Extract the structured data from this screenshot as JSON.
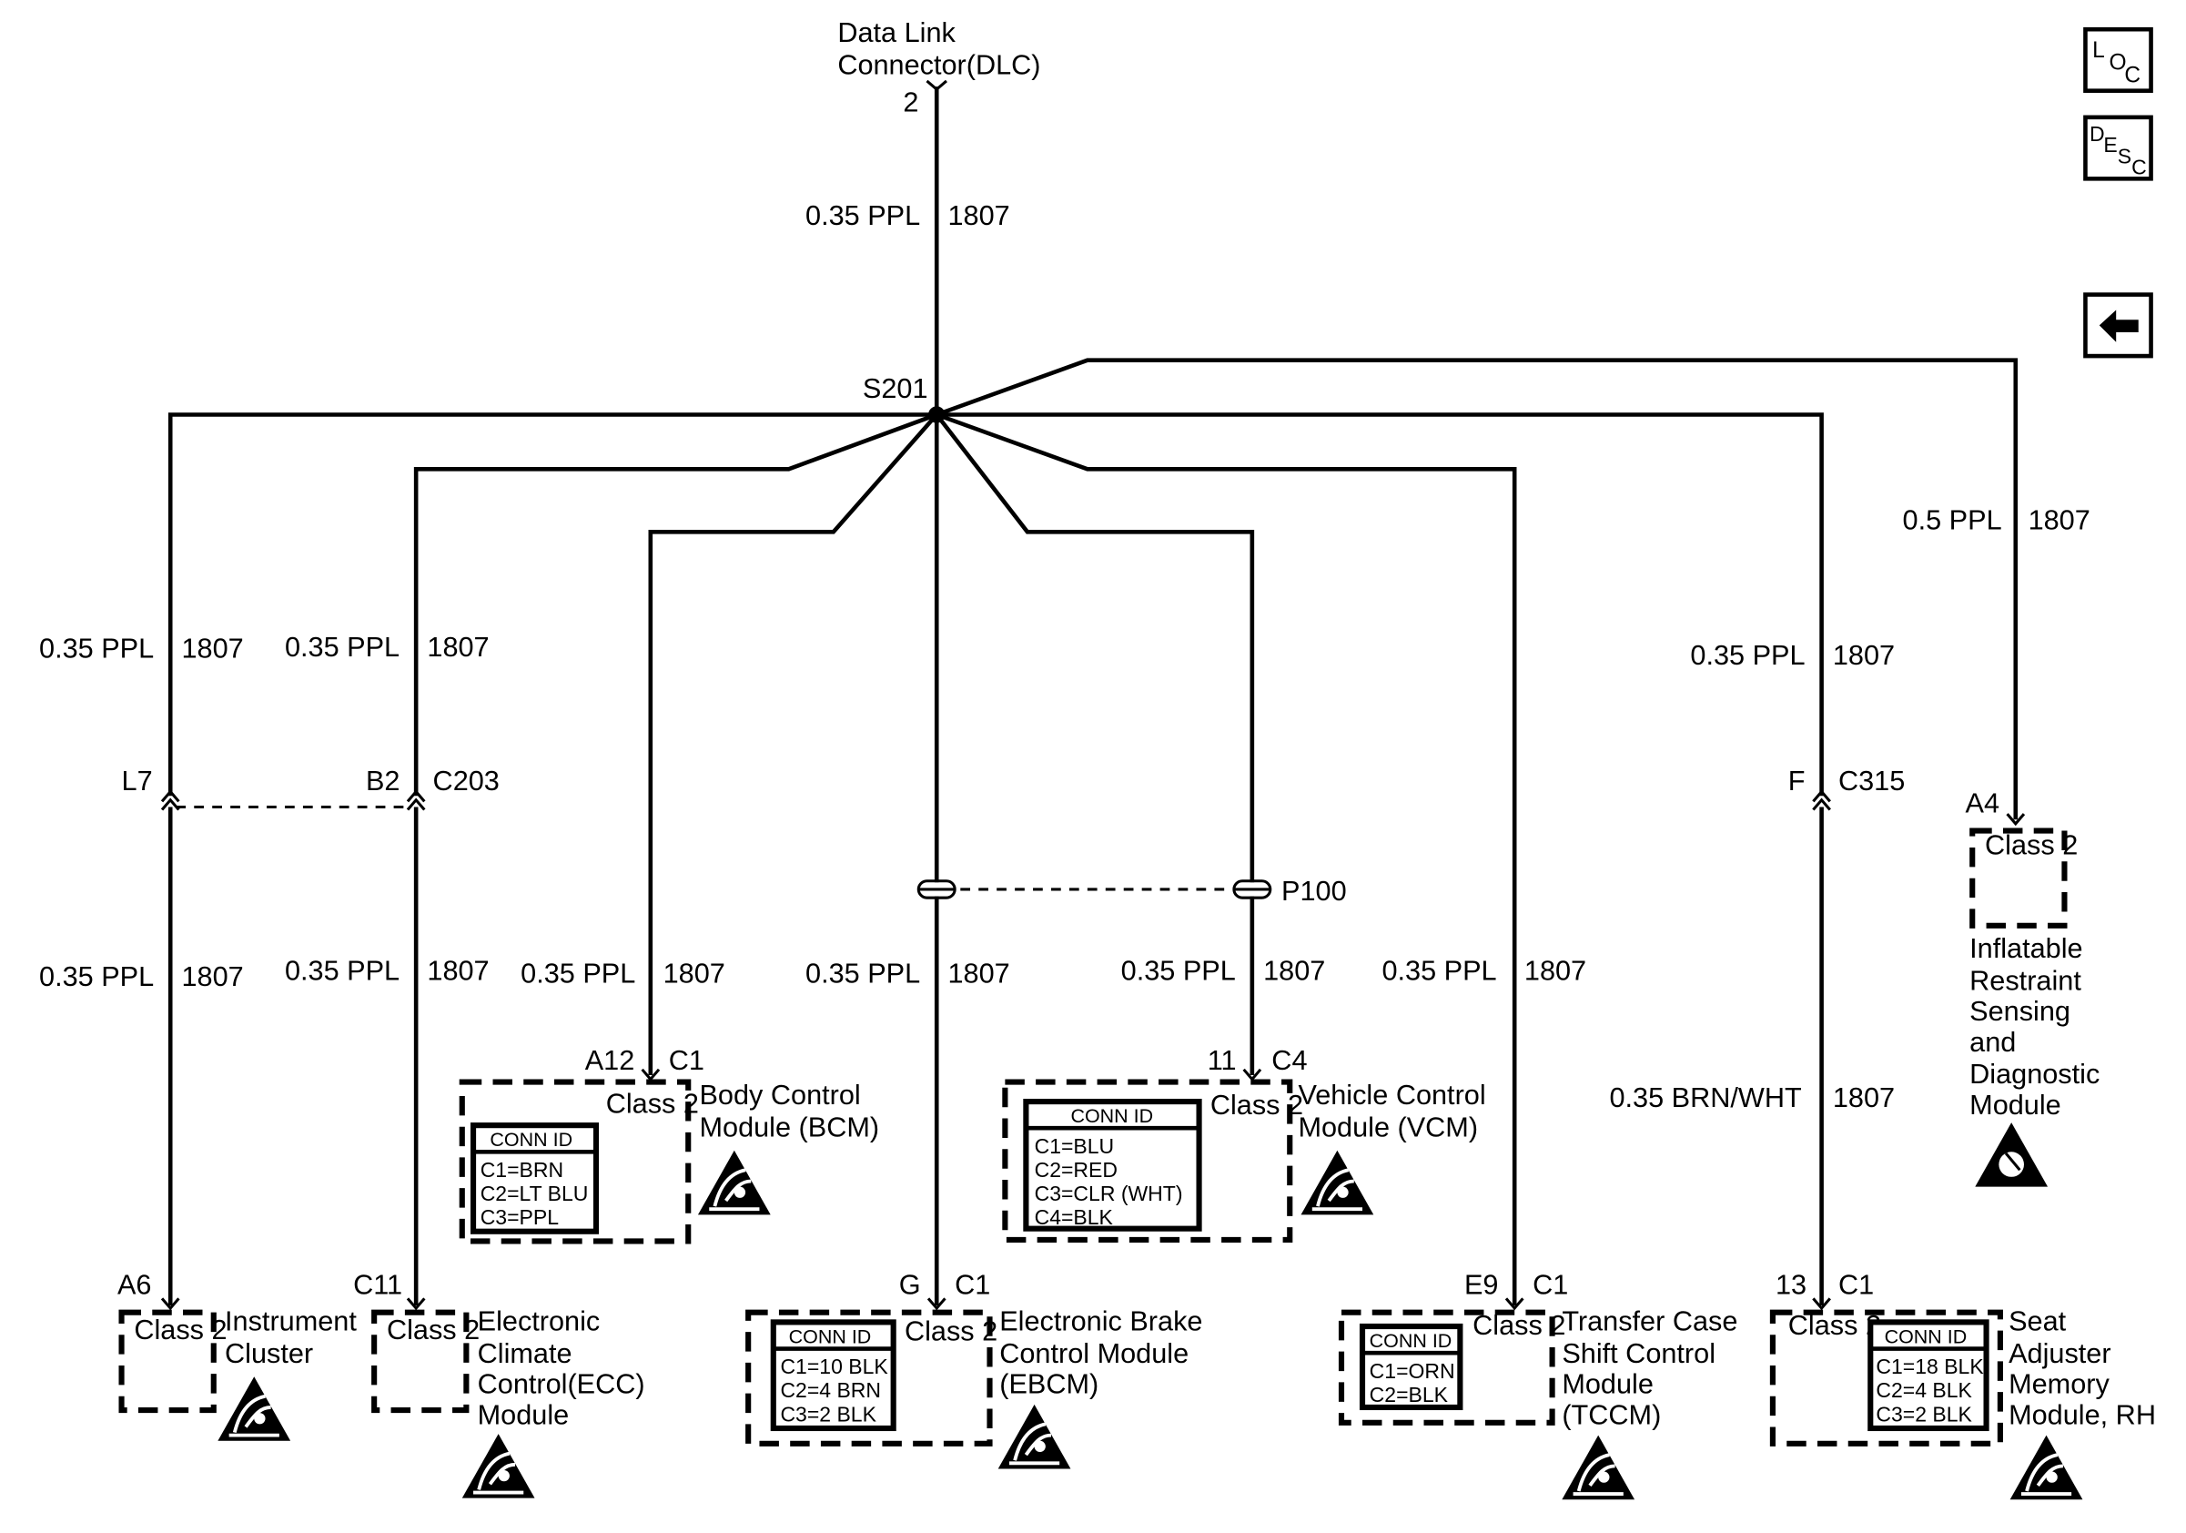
{
  "dlc": {
    "line1": "Data Link",
    "line2": "Connector(DLC)",
    "pin": "2"
  },
  "splice": "S201",
  "wire_main": {
    "gauge": "0.35 PPL",
    "circuit": "1807"
  },
  "nav": {
    "loc": [
      "L",
      "O",
      "C"
    ],
    "desc": [
      "D",
      "E",
      "S",
      "C"
    ],
    "back_icon": "left-arrow-icon"
  },
  "wire_labels": {
    "ipc_upper": {
      "gauge": "0.35 PPL",
      "circuit": "1807"
    },
    "ecc_upper": {
      "gauge": "0.35 PPL",
      "circuit": "1807"
    },
    "tccm_upper": {
      "gauge": "0.35 PPL",
      "circuit": "1807"
    },
    "sir": {
      "gauge": "0.5 PPL",
      "circuit": "1807"
    },
    "ipc_lower": {
      "gauge": "0.35 PPL",
      "circuit": "1807"
    },
    "ecc_lower": {
      "gauge": "0.35 PPL",
      "circuit": "1807"
    },
    "bcm": {
      "gauge": "0.35 PPL",
      "circuit": "1807"
    },
    "ebcm": {
      "gauge": "0.35 PPL",
      "circuit": "1807"
    },
    "vcm": {
      "gauge": "0.35 PPL",
      "circuit": "1807"
    },
    "tccm_lower": {
      "gauge": "0.35 PPL",
      "circuit": "1807"
    },
    "seat": {
      "gauge": "0.35 BRN/WHT",
      "circuit": "1807"
    }
  },
  "connectors": {
    "c203": {
      "pin_left": "L7",
      "pin_right": "B2",
      "id": "C203"
    },
    "c315": {
      "pin": "F",
      "id": "C315"
    },
    "p100": "P100"
  },
  "class2": "Class 2",
  "conn_id_title": "CONN ID",
  "modules": {
    "ipc": {
      "pin": "A6",
      "name": [
        "Instrument",
        "Cluster"
      ]
    },
    "ecc": {
      "pin": "C11",
      "name": [
        "Electronic",
        "Climate",
        "Control(ECC)",
        "Module"
      ]
    },
    "bcm": {
      "pin": "A12",
      "conn": "C1",
      "name": [
        "Body Control",
        "Module (BCM)"
      ],
      "conn_ids": [
        "C1=BRN",
        "C2=LT BLU",
        "C3=PPL"
      ]
    },
    "ebcm": {
      "pin": "G",
      "conn": "C1",
      "name": [
        "Electronic Brake",
        "Control Module",
        "(EBCM)"
      ],
      "conn_ids": [
        "C1=10 BLK",
        "C2=4 BRN",
        "C3=2 BLK"
      ]
    },
    "vcm": {
      "pin": "11",
      "conn": "C4",
      "name": [
        "Vehicle Control",
        "Module (VCM)"
      ],
      "conn_ids": [
        "C1=BLU",
        "C2=RED",
        "C3=CLR (WHT)",
        "C4=BLK"
      ]
    },
    "tccm": {
      "pin": "E9",
      "conn": "C1",
      "name": [
        "Transfer Case",
        "Shift Control",
        "Module",
        "(TCCM)"
      ],
      "conn_ids": [
        "C1=ORN",
        "C2=BLK"
      ]
    },
    "seat": {
      "pin": "13",
      "conn": "C1",
      "name": [
        "Seat",
        "Adjuster",
        "Memory",
        "Module, RH"
      ],
      "conn_ids": [
        "C1=18 BLK",
        "C2=4 BLK",
        "C3=2 BLK"
      ]
    },
    "sir": {
      "pin": "A4",
      "name": [
        "Inflatable",
        "Restraint",
        "Sensing",
        "and",
        "Diagnostic",
        "Module"
      ]
    }
  },
  "icons": {
    "esd": "esd-warning-icon",
    "airbag": "airbag-warning-icon"
  }
}
